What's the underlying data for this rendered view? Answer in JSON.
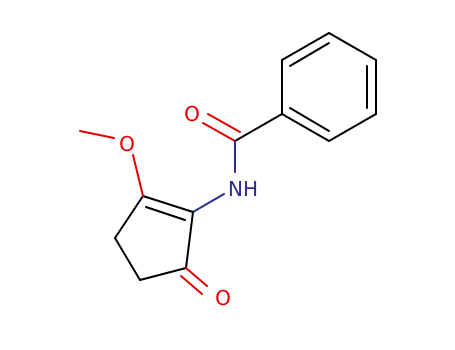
{
  "molecule": {
    "atoms": [
      {
        "id": "O_carbonyl_amide",
        "label": "O",
        "element": "oxygen",
        "color": "#e00000"
      },
      {
        "id": "O_methoxy",
        "label": "O",
        "element": "oxygen",
        "color": "#e00000"
      },
      {
        "id": "N_amide",
        "label": "NH",
        "element": "nitrogen",
        "color": "#2c2c8c"
      },
      {
        "id": "O_ketone",
        "label": "O",
        "element": "oxygen",
        "color": "#e00000"
      }
    ],
    "bond_color": "#000000"
  }
}
